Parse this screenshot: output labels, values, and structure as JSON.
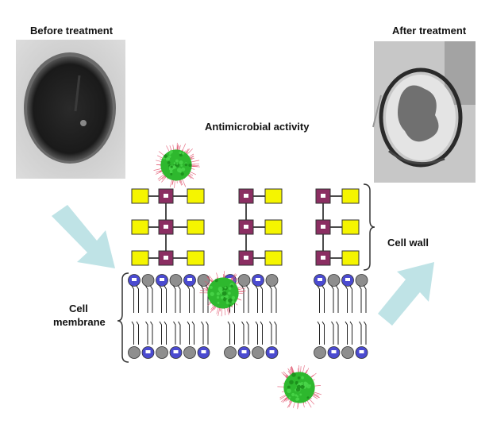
{
  "labels": {
    "before": "Before treatment",
    "after": "After treatment",
    "activity": "Antimicrobial activity",
    "cell_wall": "Cell wall",
    "cell_membrane_line1": "Cell",
    "cell_membrane_line2": "membrane"
  },
  "colors": {
    "yellow_block": "#f5f500",
    "purple_block": "#8b2e62",
    "blue_head": "#4b4bd0",
    "gray_head": "#8e8e8e",
    "arrow": "#bfe3e6",
    "nanoparticle_core": "#2eb82e",
    "nanoparticle_fringe": "#e0506a"
  },
  "icons": [
    "nanoparticle-icon",
    "bacterium-before-image",
    "bacterium-after-image",
    "arrow-icon"
  ]
}
